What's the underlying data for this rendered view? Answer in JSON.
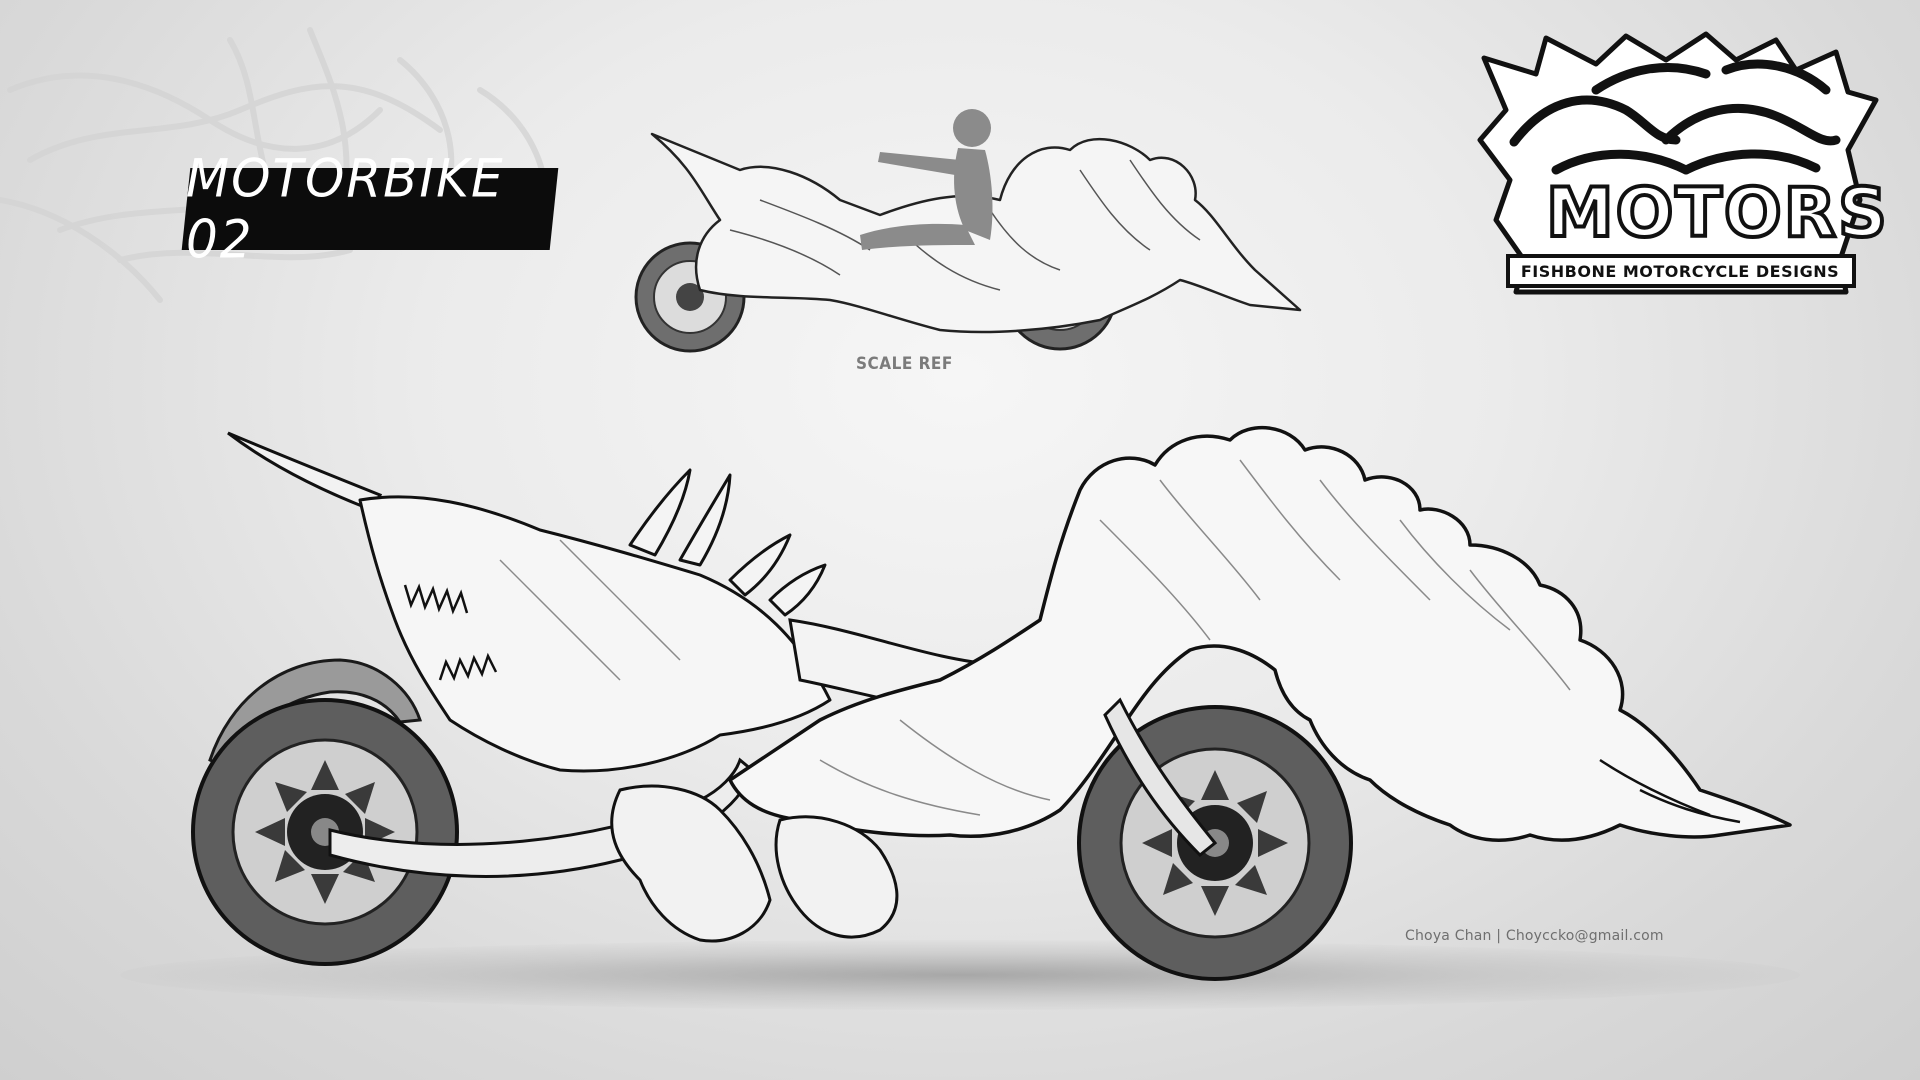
{
  "title": "MOTORBIKE 02",
  "scale_ref_label": "SCALE REF",
  "credit": "Choya Chan | Choyccko@gmail.com",
  "logo": {
    "main": "MOTORS",
    "subtitle": "FISHBONE MOTORCYCLE DESIGNS"
  }
}
